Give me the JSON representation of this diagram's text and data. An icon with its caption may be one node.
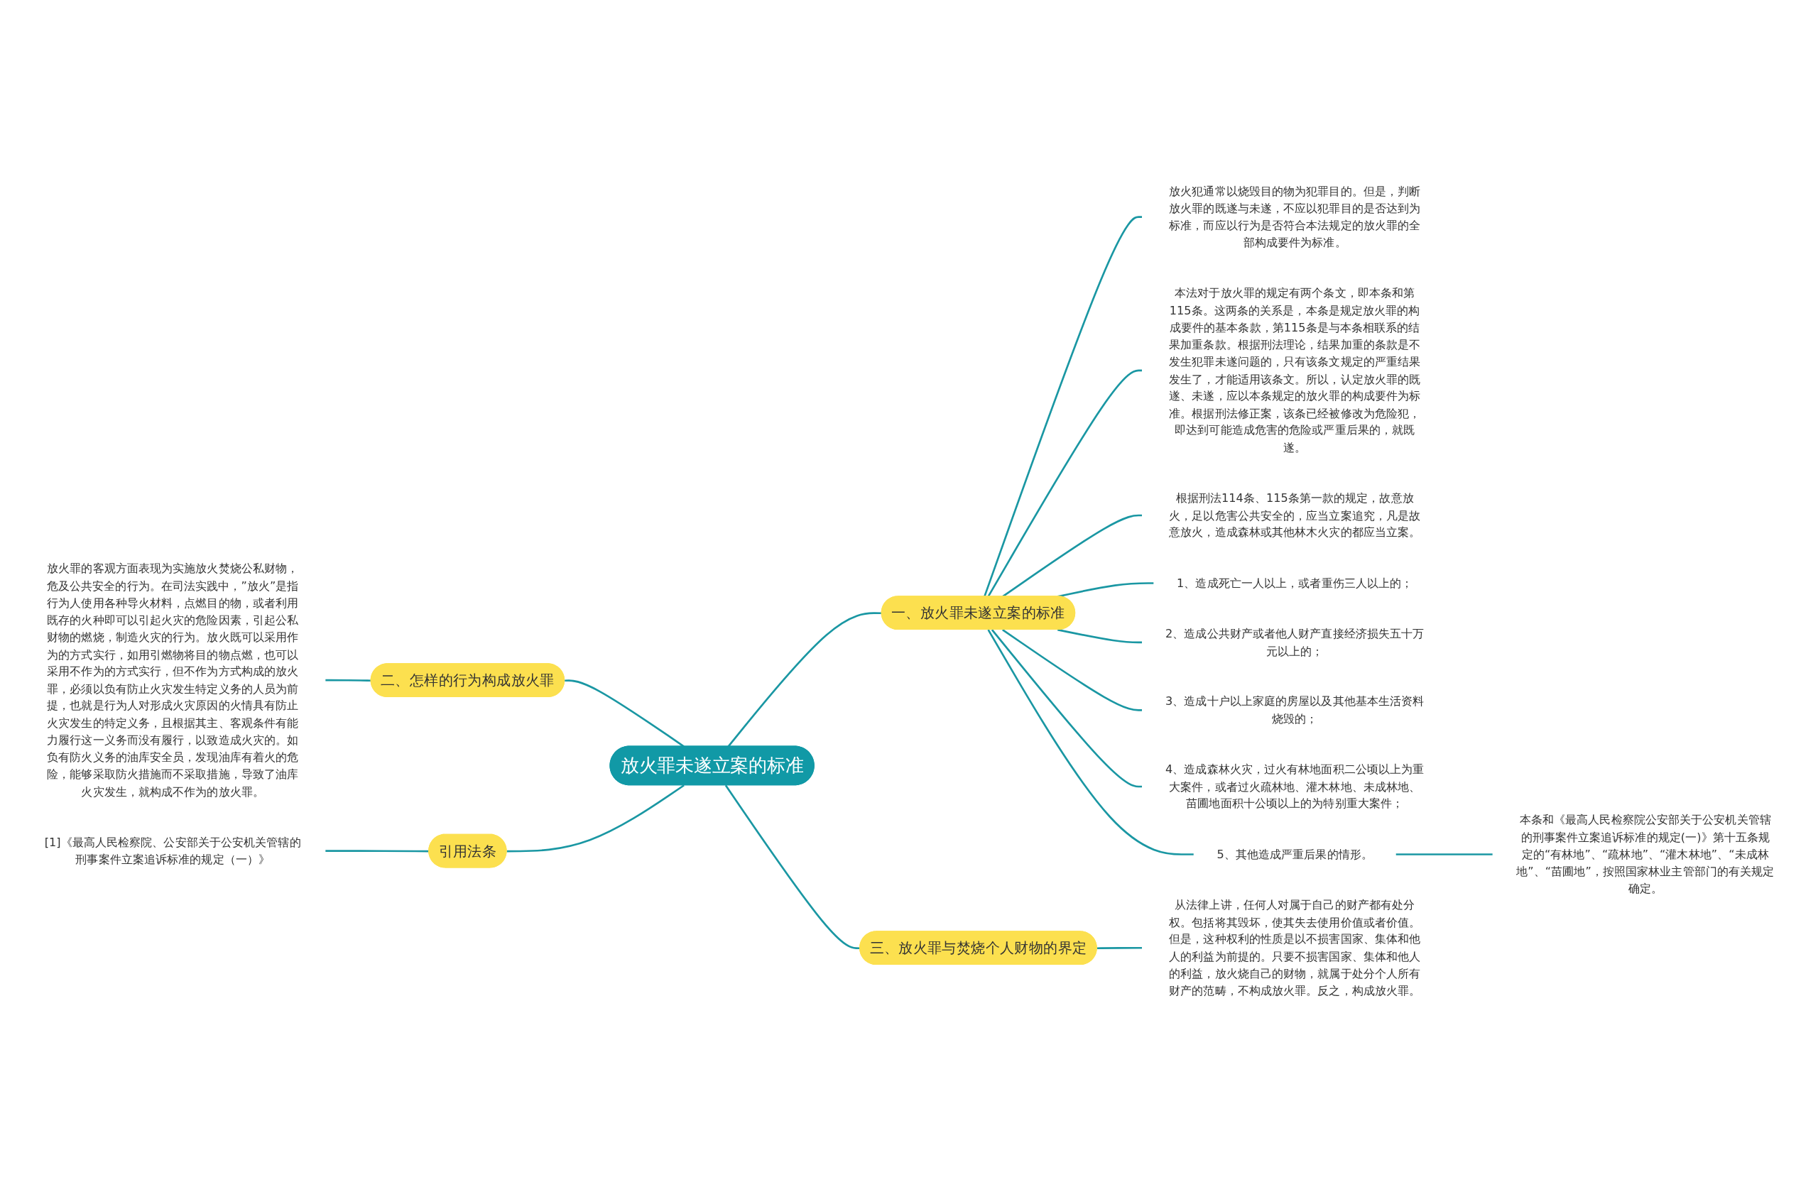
{
  "diagram": {
    "nodes": [
      {
        "text": [
          "放火罪未遂立案的标准"
        ]
      },
      {
        "text": [
          "一、放火罪未遂立案的标准"
        ]
      },
      {
        "text": [
          "放火犯通常以烧毁目的物为犯罪目的。但是，判断放火罪的既遂与未遂，不应以犯罪目的是否达到为标准，而应以行为是否符合本法规定的放火罪的全部构成要件为标准。"
        ]
      },
      {
        "text": [
          "本法对于放火罪的规定有两个条文，即本条和第115条。这两条的关系是，本条是规定放火罪的构成要件的基本条款，第115条是与本条相联系的结果加重条款。根据刑法理论，结果加重的条款是不发生犯罪未遂问题的，只有该条文规定的严重结果发生了，才能适用该条文。所以，认定放火罪的既遂、未遂，应以本条规定的放火罪的构成要件为标准。根据刑法修正案，该条已经被修改为危险犯，即达到可能造成危害的危险或严重后果的，就既遂。"
        ]
      },
      {
        "text": [
          "根据刑法114条、115条第一款的规定，故意放火，足以危害公共安全的，应当立案追究，凡是故意放火，造成森林或其他林木火灾的都应当立案。"
        ]
      },
      {
        "text": [
          "1、造成死亡一人以上，或者重伤三人以上的；"
        ]
      },
      {
        "text": [
          "2、造成公共财产或者他人财产直接经济损失五十万元以上的；"
        ]
      },
      {
        "text": [
          "3、造成十户以上家庭的房屋以及其他基本生活资料烧毁的；"
        ]
      },
      {
        "text": [
          "4、造成森林火灾，过火有林地面积二公顷以上为重大案件，或者过火疏林地、灌木林地、未成林地、苗圃地面积十公顷以上的为特别重大案件；"
        ]
      },
      {
        "text": [
          "5、其他造成严重后果的情形。"
        ]
      },
      {
        "text": [
          "本条和《最高人民检察院公安部关于公安机关管辖的刑事案件立案追诉标准的规定(一)》第十五条规定的“有林地”、“疏林地”、“灌木林地”、“未成林地”、“苗圃地”，按照国家林业主管部门的有关规定确定。"
        ]
      },
      {
        "text": [
          "二、怎样的行为构成放火罪"
        ]
      },
      {
        "text": [
          "放火罪的客观方面表现为实施放火焚烧公私财物，危及公共安全的行为。在司法实践中，”放火”是指行为人使用各种导火材料，点燃目的物，或者利用既存的火种即可以引起火灾的危险因素，引起公私财物的燃烧，制造火灾的行为。放火既可以采用作为的方式实行，如用引燃物将目的物点燃，也可以采用不作为的方式实行，但不作为方式构成的放火罪，必须以负有防止火灾发生特定义务的人员为前提，也就是行为人对形成火灾原因的火情具有防止火灾发生的特定义务，且根据其主、客观条件有能力履行这一义务而没有履行，以致造成火灾的。如负有防火义务的油库安全员，发现油库有着火的危险，能够采取防火措施而不采取措施，导致了油库火灾发生，就构成不作为的放火罪。"
        ]
      },
      {
        "text": [
          "引用法条"
        ]
      },
      {
        "text": [
          "[1]《最高人民检察院、公安部关于公安机关管辖的刑事案件立案追诉标准的规定（一）》"
        ]
      },
      {
        "text": [
          "三、放火罪与焚烧个人财物的界定"
        ]
      },
      {
        "text": [
          "从法律上讲，任何人对属于自己的财产都有处分权。包括将其毁坏，使其失去使用价值或者价值。但是，这种权利的性质是以不损害国家、集体和他人的利益为前提的。只要不损害国家、集体和他人的利益，放火烧自己的财物，就属于处分个人所有财产的范畴，不构成放火罪。反之，构成放火罪。"
        ]
      }
    ],
    "edges": [
      {
        "from": 0,
        "to": 1,
        "arrow": "none"
      },
      {
        "from": 1,
        "to": 2,
        "arrow": "none"
      },
      {
        "from": 1,
        "to": 3,
        "arrow": "none"
      },
      {
        "from": 1,
        "to": 4,
        "arrow": "none"
      },
      {
        "from": 1,
        "to": 5,
        "arrow": "none"
      },
      {
        "from": 1,
        "to": 6,
        "arrow": "none"
      },
      {
        "from": 1,
        "to": 7,
        "arrow": "none"
      },
      {
        "from": 1,
        "to": 8,
        "arrow": "none"
      },
      {
        "from": 1,
        "to": 9,
        "arrow": "none"
      },
      {
        "from": 9,
        "to": 10,
        "arrow": "none"
      },
      {
        "from": 11,
        "to": 0,
        "arrow": "none"
      },
      {
        "from": 12,
        "to": 11,
        "arrow": "none"
      },
      {
        "from": 13,
        "to": 0,
        "arrow": "none"
      },
      {
        "from": 14,
        "to": 13,
        "arrow": "none"
      },
      {
        "from": 0,
        "to": 15,
        "arrow": "none"
      },
      {
        "from": 15,
        "to": 16,
        "arrow": "none"
      }
    ]
  }
}
